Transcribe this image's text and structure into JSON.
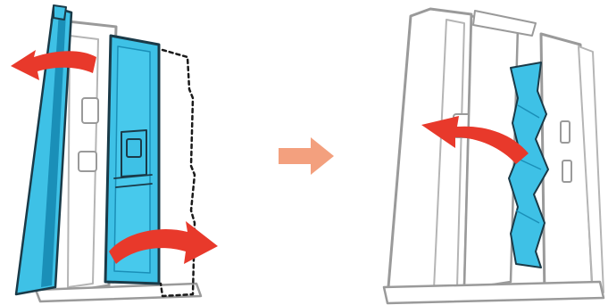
{
  "figure": {
    "step1": {
      "cover_color": "#3ec1e6",
      "cover_dark": "#1a8fb8",
      "arrow_color": "#e8392b",
      "actions": [
        "open-left-cover",
        "open-right-cover"
      ]
    },
    "transition_arrow_color": "#f3a07e",
    "step2": {
      "jam_color": "#3ec1e6",
      "arrow_color": "#e8392b",
      "action": "remove-jammed-paper"
    },
    "outline_color": "#9a9a9a"
  }
}
